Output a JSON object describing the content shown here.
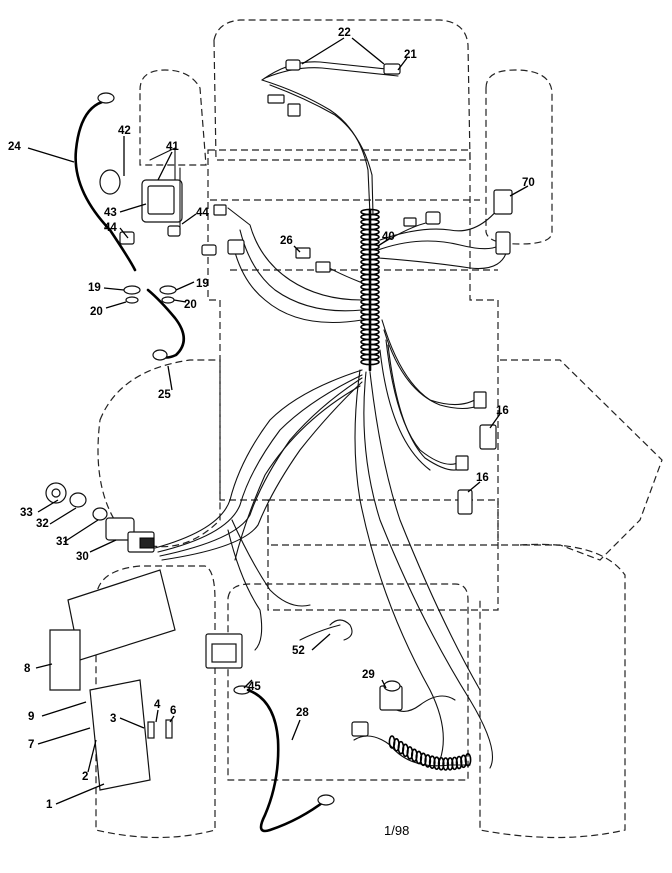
{
  "callouts": {
    "c1": "1",
    "c2": "2",
    "c3": "3",
    "c4": "4",
    "c6": "6",
    "c7": "7",
    "c8": "8",
    "c9": "9",
    "c16a": "16",
    "c16b": "16",
    "c19a": "19",
    "c19b": "19",
    "c20a": "20",
    "c20b": "20",
    "c21": "21",
    "c22": "22",
    "c24": "24",
    "c25": "25",
    "c26": "26",
    "c28": "28",
    "c29": "29",
    "c30": "30",
    "c31": "31",
    "c32": "32",
    "c33": "33",
    "c40": "40",
    "c41": "41",
    "c42": "42",
    "c43": "43",
    "c44a": "44",
    "c44b": "44",
    "c45": "45",
    "c52": "52",
    "c70": "70"
  },
  "footer": {
    "code": "1/98"
  }
}
